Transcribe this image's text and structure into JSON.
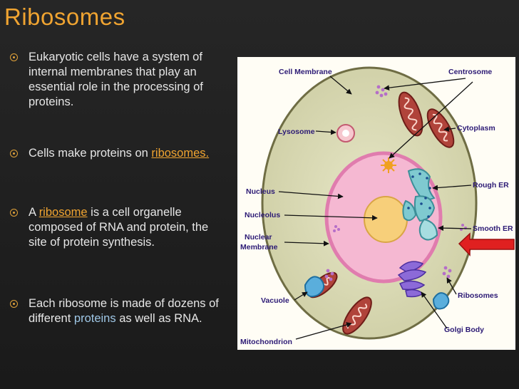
{
  "title": "Ribosomes",
  "bullets": [
    {
      "text": "Eukaryotic cells have a system of internal membranes that play an essential role in the processing of proteins."
    },
    {
      "pre": "Cells make proteins on ",
      "link": "ribosomes."
    },
    {
      "pre": "A ",
      "link": "ribosome",
      "post": " is a cell organelle composed of RNA and protein, the site of protein synthesis."
    },
    {
      "pre": "Each ribosome is made of dozens of different ",
      "term": "proteins",
      "post": " as well as RNA."
    }
  ],
  "diagram_labels": {
    "cell_membrane": "Cell Membrane",
    "centrosome": "Centrosome",
    "lysosome": "Lysosome",
    "cytoplasm": "Cytoplasm",
    "rough_er": "Rough ER",
    "nucleus": "Nucleus",
    "nucleolus": "Nucleolus",
    "nuclear_membrane_1": "Nuclear",
    "nuclear_membrane_2": "Membrane",
    "smooth_er": "Smooth ER",
    "vacuole": "Vacuole",
    "ribosomes": "Ribosomes",
    "mitochondrion": "Mitochondrion",
    "golgi_body": "Golgi Body"
  },
  "colors": {
    "accent": "#f0a431",
    "label": "#2c1a75",
    "cytoplasm": "#d8d8b4",
    "nucleus": "#f5b8d2",
    "nucleolus": "#f7cf7a",
    "highlight_arrow": "#e02020"
  }
}
